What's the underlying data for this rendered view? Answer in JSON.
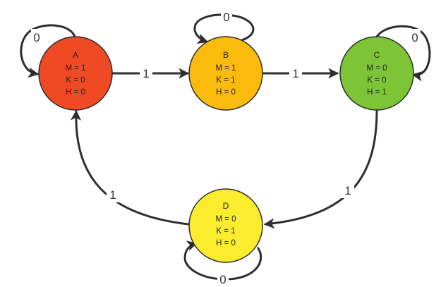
{
  "diagram": {
    "states": [
      {
        "id": "A",
        "name": "A",
        "lines": [
          "M = 1",
          "K = 0",
          "H = 0"
        ],
        "color": "#f04a24"
      },
      {
        "id": "B",
        "name": "B",
        "lines": [
          "M = 1",
          "K = 1",
          "H = 0"
        ],
        "color": "#fbbb0d"
      },
      {
        "id": "C",
        "name": "C",
        "lines": [
          "M = 0",
          "K = 0",
          "H = 1"
        ],
        "color": "#7dc537"
      },
      {
        "id": "D",
        "name": "D",
        "lines": [
          "M = 0",
          "K = 1",
          "H = 0"
        ],
        "color": "#fbec2e"
      }
    ],
    "transitions": [
      {
        "from": "A",
        "to": "A",
        "label": "0"
      },
      {
        "from": "A",
        "to": "B",
        "label": "1"
      },
      {
        "from": "B",
        "to": "B",
        "label": "0"
      },
      {
        "from": "B",
        "to": "C",
        "label": "1"
      },
      {
        "from": "C",
        "to": "C",
        "label": "0"
      },
      {
        "from": "C",
        "to": "D",
        "label": "1"
      },
      {
        "from": "D",
        "to": "D",
        "label": "0"
      },
      {
        "from": "D",
        "to": "A",
        "label": "1"
      }
    ],
    "edge_color": "#2e2e2e"
  }
}
